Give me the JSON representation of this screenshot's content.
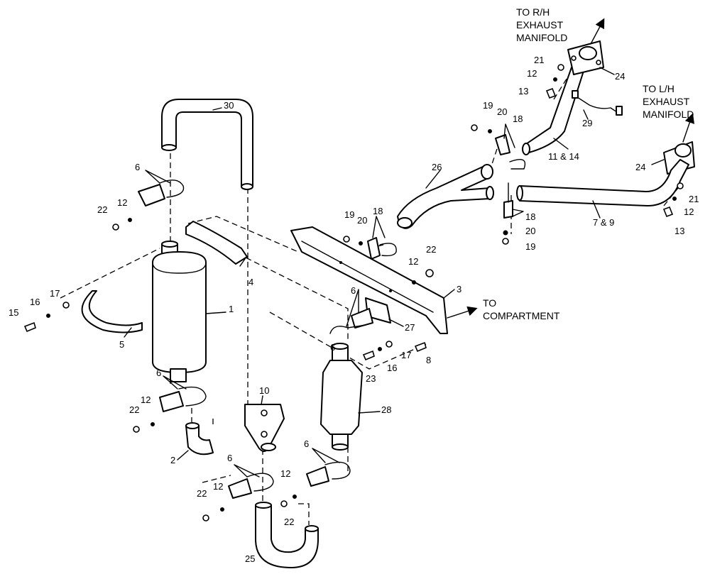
{
  "notes": {
    "rh_manifold": [
      "TO R/H",
      "EXHAUST",
      "MANIFOLD"
    ],
    "lh_manifold": [
      "TO L/H",
      "EXHAUST",
      "MANIFOLD"
    ],
    "compartment": [
      "TO",
      "COMPARTMENT"
    ]
  },
  "callouts": {
    "c30": "30",
    "c6a": "6",
    "c12a": "12",
    "c22a": "22",
    "c4": "4",
    "c1": "1",
    "c17a": "17",
    "c16a": "16",
    "c15": "15",
    "c5": "5",
    "c6b": "6",
    "c12b": "12",
    "c22b": "22",
    "c2": "2",
    "c10": "10",
    "c6c": "6",
    "c12c": "12",
    "c22c": "22",
    "c25": "25",
    "c12d": "12",
    "c22d": "22",
    "c6d": "6",
    "c28": "28",
    "c6e": "6",
    "c23": "23",
    "c16b": "16",
    "c17b": "17",
    "c8": "8",
    "c27": "27",
    "c6f": "6",
    "c3": "3",
    "c12e": "12",
    "c22e": "22",
    "c19a": "19",
    "c20a": "20",
    "c18a": "18",
    "c26": "26",
    "c19b": "19",
    "c20b": "20",
    "c18b": "18",
    "c11_14": "11 & 14",
    "c21a": "21",
    "c12f": "12",
    "c13a": "13",
    "c24a": "24",
    "c29": "29",
    "c18c": "18",
    "c20c": "20",
    "c19c": "19",
    "c7_9": "7 & 9",
    "c24b": "24",
    "c21b": "21",
    "c12g": "12",
    "c13b": "13"
  }
}
